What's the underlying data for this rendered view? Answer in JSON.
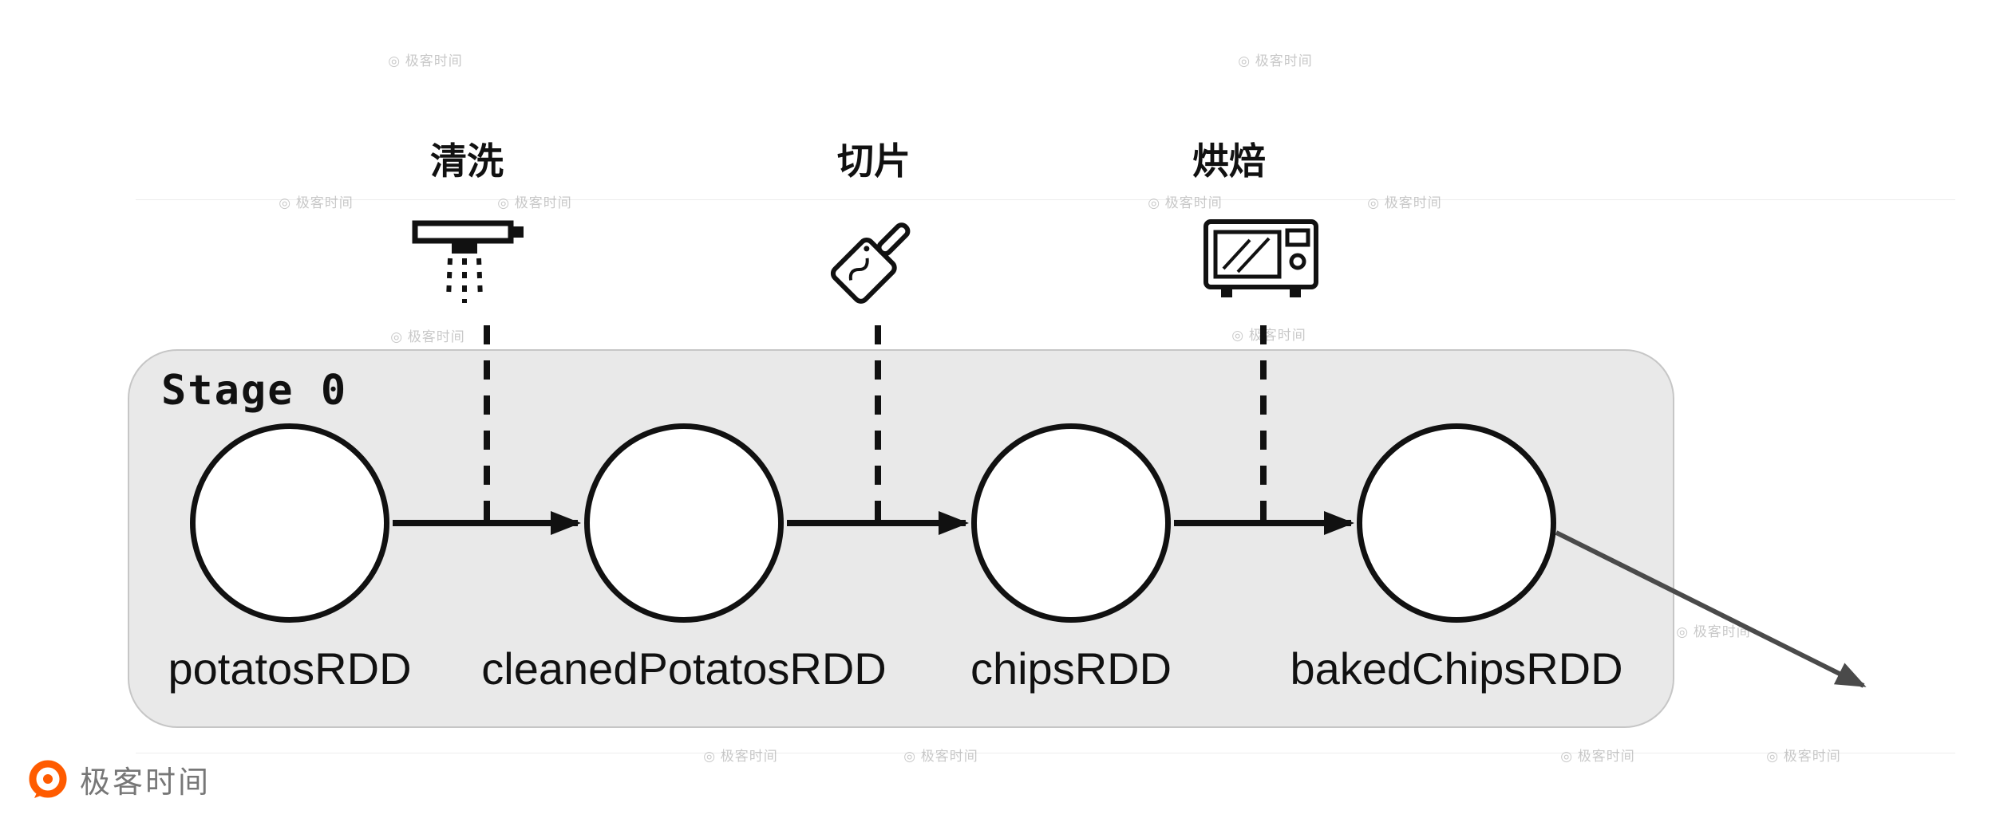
{
  "diagram": {
    "stage_label": "Stage 0",
    "nodes": [
      {
        "label": "potatosRDD"
      },
      {
        "label": "cleanedPotatosRDD"
      },
      {
        "label": "chipsRDD"
      },
      {
        "label": "bakedChipsRDD"
      }
    ],
    "operations": [
      {
        "label": "清洗",
        "icon": "shower-icon"
      },
      {
        "label": "切片",
        "icon": "cleaver-icon"
      },
      {
        "label": "烘焙",
        "icon": "microwave-icon"
      }
    ]
  },
  "branding": {
    "logo_text": "极客时间"
  },
  "watermark": {
    "text": "◎ 极客时间"
  },
  "colors": {
    "stage_fill": "#e9e9e9",
    "stage_border": "#c6c6c6",
    "node_stroke": "#111111",
    "arrow": "#111111",
    "exit_arrow": "#4a4a4a",
    "brand_orange": "#ff5b00"
  }
}
